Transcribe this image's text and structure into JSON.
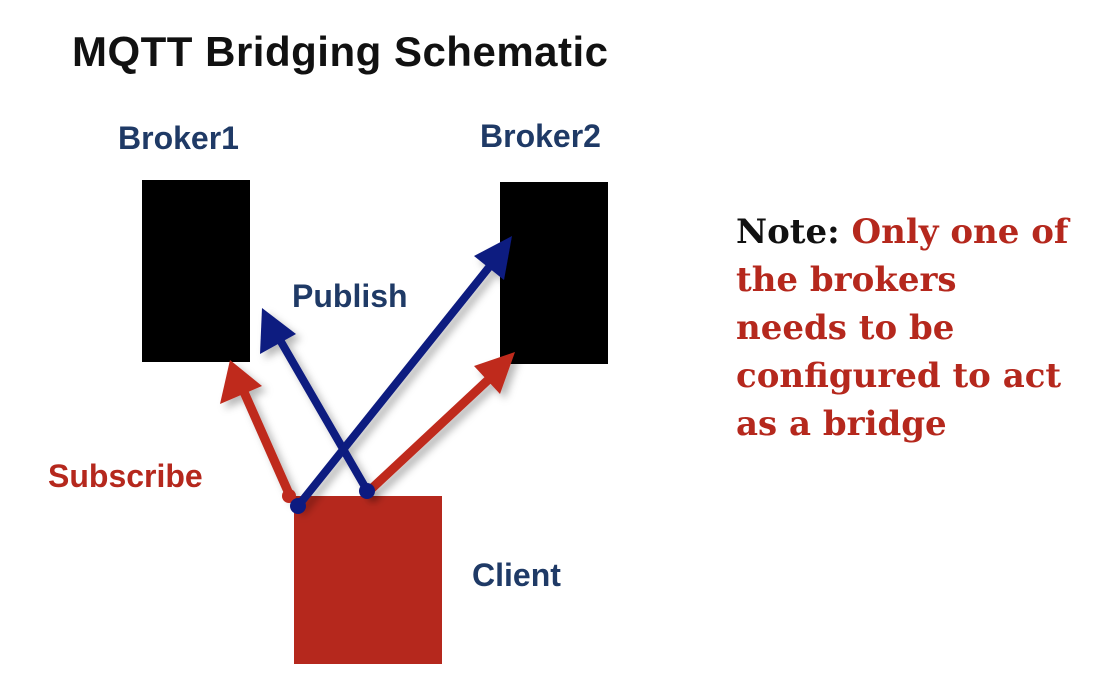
{
  "diagram": {
    "title": "MQTT Bridging Schematic",
    "nodes": {
      "broker1": {
        "label": "Broker1"
      },
      "broker2": {
        "label": "Broker2"
      },
      "client": {
        "label": "Client"
      }
    },
    "edges": {
      "publish": {
        "label": "Publish"
      },
      "subscribe": {
        "label": "Subscribe"
      }
    },
    "note": {
      "prefix": "Note:",
      "text": "Only one of the brokers needs to be configured to act as a bridge"
    }
  },
  "colors": {
    "broker_fill": "#000000",
    "client_fill": "#b5281d",
    "publish_arrow": "#0d1a80",
    "subscribe_arrow": "#bf2a1e",
    "label_blue": "#1f3a66",
    "note_red": "#b5281d"
  }
}
